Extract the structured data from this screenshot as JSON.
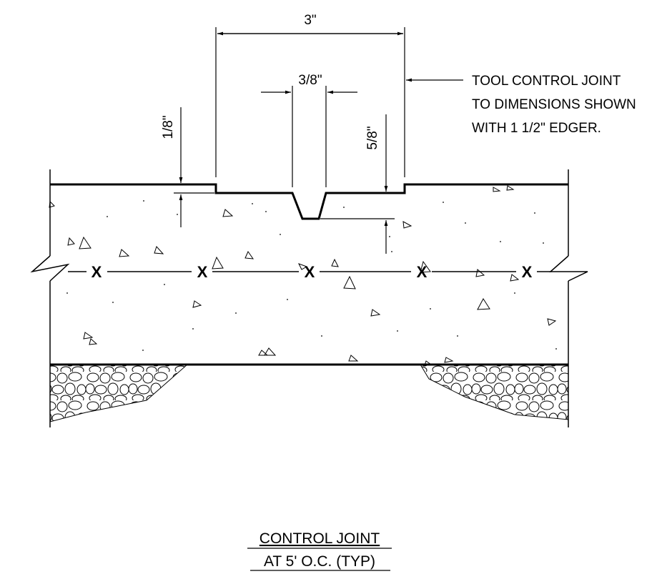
{
  "dimensions": {
    "joint_width": "3\"",
    "groove_width": "3/8\"",
    "step_depth": "1/8\"",
    "groove_depth": "5/8\""
  },
  "note": {
    "line1": "TOOL CONTROL JOINT",
    "line2": "TO DIMENSIONS SHOWN",
    "line3": "WITH 1 1/2\" EDGER."
  },
  "title": {
    "line1": "CONTROL JOINT",
    "line2": "AT 5' O.C. (TYP)"
  },
  "reinforcement_mark": "X"
}
